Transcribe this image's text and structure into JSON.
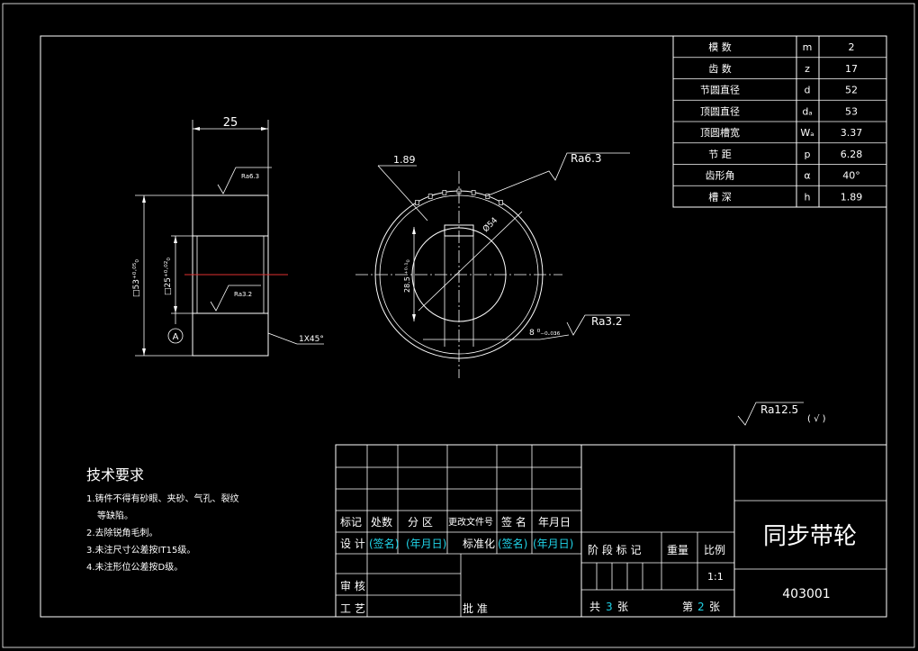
{
  "params": {
    "rows": [
      {
        "label": "模 数",
        "symbol": "m",
        "value": "2"
      },
      {
        "label": "齿 数",
        "symbol": "z",
        "value": "17"
      },
      {
        "label": "节圆直径",
        "symbol": "d",
        "value": "52"
      },
      {
        "label": "顶圆直径",
        "symbol": "dₐ",
        "value": "53"
      },
      {
        "label": "顶圆槽宽",
        "symbol": "Wₐ",
        "value": "3.37"
      },
      {
        "label": "节 距",
        "symbol": "p",
        "value": "6.28"
      },
      {
        "label": "齿形角",
        "symbol": "α",
        "value": "40°"
      },
      {
        "label": "槽 深",
        "symbol": "h",
        "value": "1.89"
      }
    ]
  },
  "side_view": {
    "width_dim": "25",
    "rough_top": "Ra6.3",
    "rough_bore": "Ra3.2",
    "outer_dia": "□53⁺⁰·⁰⁵₀",
    "bore_dia": "□25⁺⁰·⁰²₀",
    "datum": "A",
    "chamfer": "1X45°"
  },
  "front_view": {
    "groove_dim": "1.89",
    "rough_outer": "Ra6.3",
    "key_depth": "28.5 ⁺⁰·¹₀",
    "pitch_dim": "Ø54",
    "key_width": "8 ⁰₋₀.₀₃₆",
    "rough_key": "Ra3.2"
  },
  "general_rough": {
    "main": "Ra12.5",
    "bracket": "( √ )"
  },
  "notes": {
    "title": "技术要求",
    "items": [
      "1.铸件不得有砂眼、夹砂、气孔、裂纹",
      "等缺陷。",
      "2.去除锐角毛刺。",
      "3.未注尺寸公差按IT15级。",
      "4.未注形位公差按D级。"
    ]
  },
  "title_block": {
    "h_mark": "标记",
    "h_count": "处数",
    "h_zone": "分 区",
    "h_doc": "更改文件号",
    "h_sign": "签 名",
    "h_date": "年月日",
    "design": "设 计",
    "sign1": "(签名)",
    "date1": "(年月日)",
    "standard": "标准化",
    "sign2": "(签名)",
    "date2": "(年月日)",
    "stage_mark": "阶 段 标 记",
    "weight": "重量",
    "scale": "比例",
    "scale_val": "1:1",
    "review": "审 核",
    "process": "工 艺",
    "approve": "批 准",
    "sheets_pre": "共",
    "sheets_total": "3",
    "sheets_unit": "张",
    "sheet_pre": "第",
    "sheet_num": "2",
    "sheet_unit": "张",
    "part_name": "同步带轮",
    "part_no": "403001"
  }
}
